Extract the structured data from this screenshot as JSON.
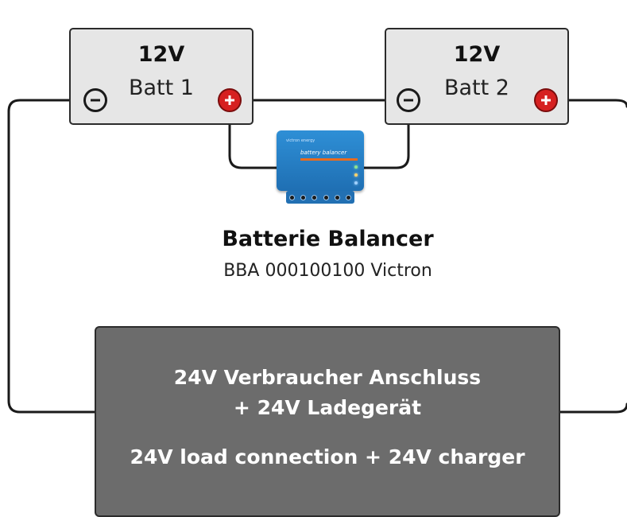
{
  "diagram": {
    "batteries": [
      {
        "voltage": "12V",
        "label": "Batt 1"
      },
      {
        "voltage": "12V",
        "label": "Batt 2"
      }
    ],
    "balancer": {
      "title": "Batterie Balancer",
      "model": "BBA 000100100 Victron",
      "device_text": "battery balancer",
      "brand_text": "victron energy"
    },
    "load": {
      "line1": "24V Verbraucher Anschluss",
      "line2": "+ 24V Ladegerät",
      "line3": "24V load connection + 24V charger"
    },
    "colors": {
      "battery_fill": "#e6e6e6",
      "positive_terminal": "#d62020",
      "load_box": "#6c6c6c",
      "device": "#2e8fd6",
      "wire": "#1a1a1a"
    }
  }
}
